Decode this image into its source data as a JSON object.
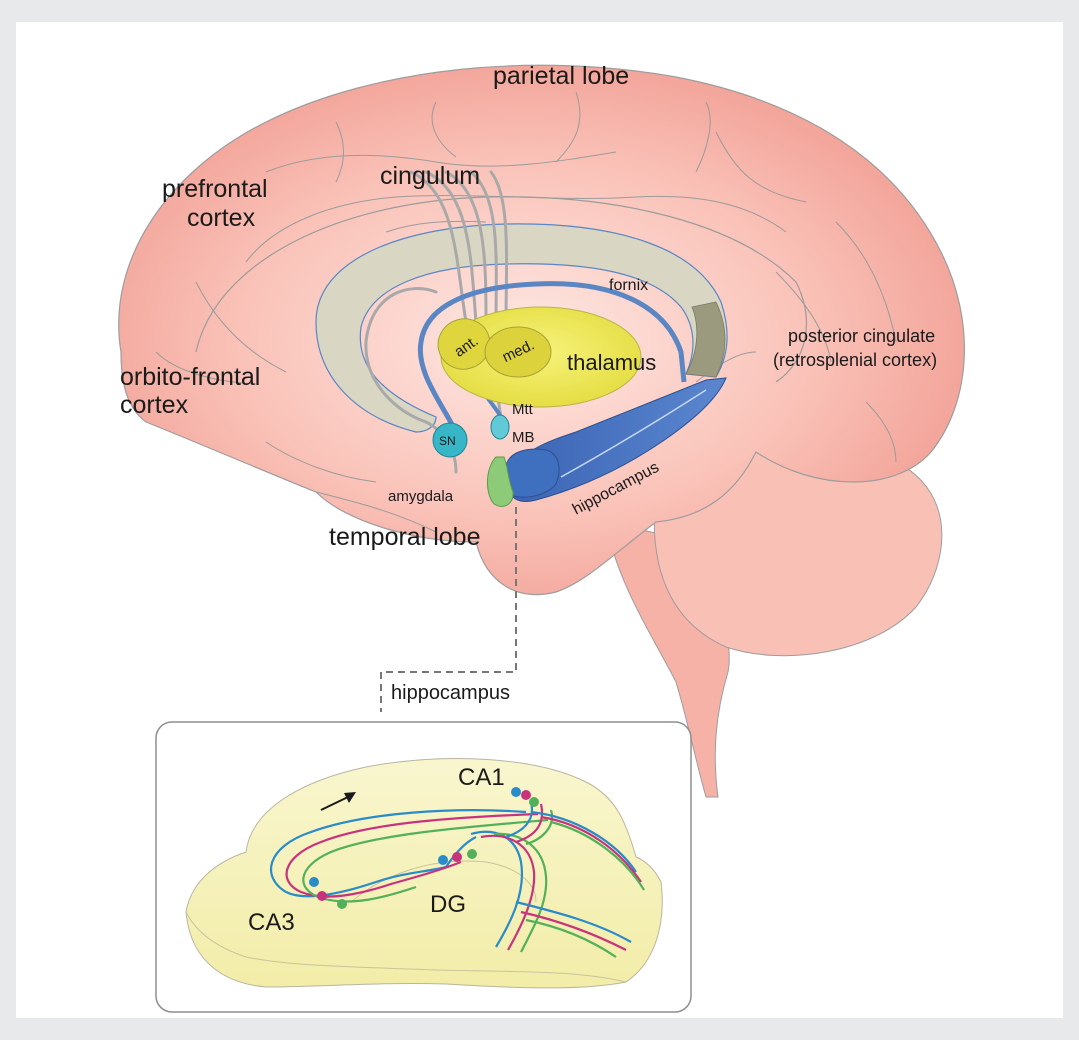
{
  "labels": {
    "parietal": "parietal lobe",
    "prefrontal_1": "prefrontal",
    "prefrontal_2": "cortex",
    "cingulum": "cingulum",
    "fornix": "fornix",
    "posterior_1": "posterior cingulate",
    "posterior_2": "(retrosplenial cortex)",
    "orbito_1": "orbito-frontal",
    "orbito_2": "cortex",
    "thalamus": "thalamus",
    "ant": "ant.",
    "med": "med.",
    "mtt": "Mtt",
    "mb": "MB",
    "sn": "SN",
    "amygdala": "amygdala",
    "hippocampus_brain": "hippocampus",
    "temporal": "temporal lobe",
    "hippocampus_inset": "hippocampus",
    "ca1": "CA1",
    "ca3": "CA3",
    "dg": "DG"
  },
  "colors": {
    "cortex": "#f2a49a",
    "cortex_light": "#fbe0db",
    "callosum": "#d9d6c4",
    "fibers": "#aaaaaa",
    "fornix": "#5b86c4",
    "thalamus": "#ece84c",
    "thalamus_nucleus": "#d6cc3a",
    "hippocampus": "#3f6fbf",
    "amygdala": "#8ecb79",
    "sn": "#36b6c6",
    "inset_fill": "#f7f3bd",
    "path_blue": "#2a8bc9",
    "path_magenta": "#c8337e",
    "path_green": "#53b05a"
  }
}
